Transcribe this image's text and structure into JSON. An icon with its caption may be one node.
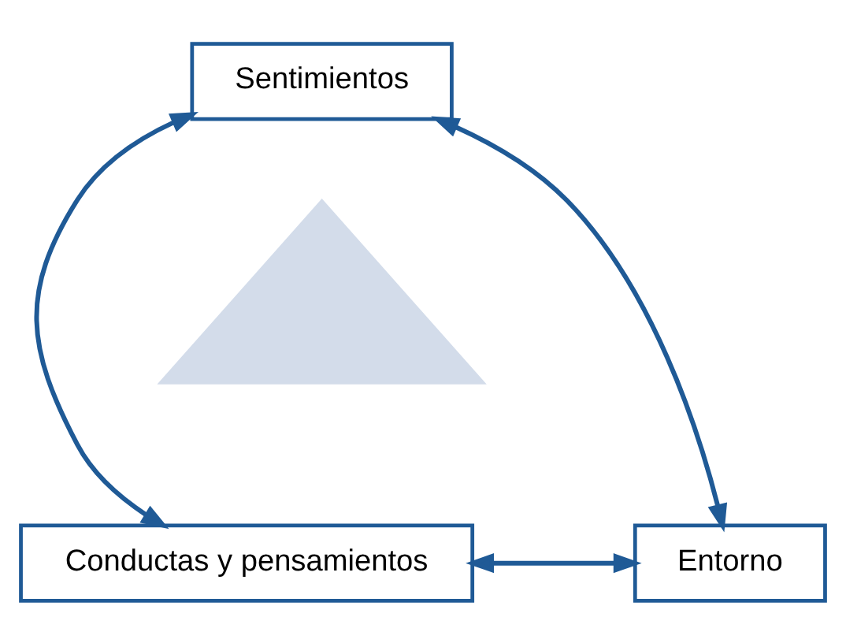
{
  "diagram": {
    "nodes": [
      {
        "text": [
          "Sentimientos"
        ]
      },
      {
        "text": [
          "Conductas y pensamientos"
        ]
      },
      {
        "text": [
          "Entorno"
        ]
      },
      {
        "text": [],
        "shape": "triangle"
      }
    ],
    "edges": [
      {
        "from": 0,
        "to": 1,
        "arrow": "both"
      },
      {
        "from": 0,
        "to": 2,
        "arrow": "both"
      },
      {
        "from": 1,
        "to": 2,
        "arrow": "both"
      }
    ]
  }
}
